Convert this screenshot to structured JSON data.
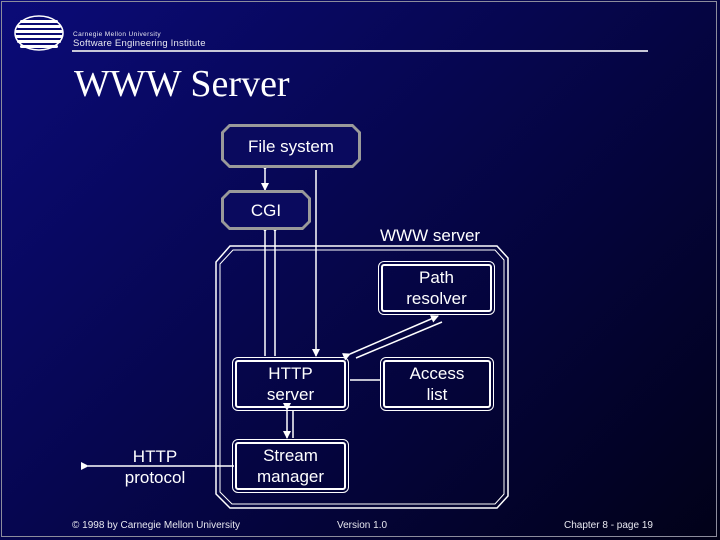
{
  "header": {
    "org_name": "Carnegie Mellon University",
    "org_sub": "Software Engineering Institute",
    "logo_icon": "cmu-sei-logo-icon"
  },
  "slide": {
    "title": "WWW Server"
  },
  "diagram": {
    "file_system": "File system",
    "cgi": "CGI",
    "www_server_label": "WWW server",
    "path_resolver": [
      "Path",
      "resolver"
    ],
    "http_server": [
      "HTTP",
      "server"
    ],
    "access_list": [
      "Access",
      "list"
    ],
    "stream_manager": [
      "Stream",
      "manager"
    ],
    "http_protocol": [
      "HTTP",
      "protocol"
    ]
  },
  "footer": {
    "copyright": "© 1998 by Carnegie Mellon University",
    "version": "Version 1.0",
    "page": "Chapter 8 - page 19"
  },
  "colors": {
    "background_top": "#0b0b78",
    "background_bottom": "#010118",
    "line": "#ffffff",
    "bevel": "#9a9a9a"
  }
}
